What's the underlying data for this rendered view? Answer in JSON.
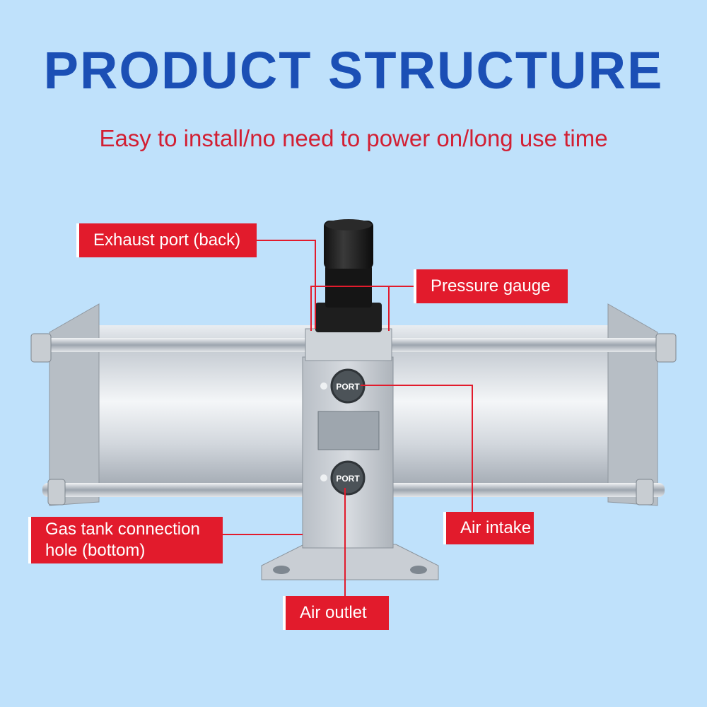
{
  "header": {
    "title": "PRODUCT STRUCTURE",
    "subtitle": "Easy to install/no need to power on/long use time"
  },
  "product": {
    "port_top_label": "PORT",
    "port_bottom_label": "PORT"
  },
  "callouts": {
    "exhaust_port": "Exhaust port (back)",
    "pressure_gauge": "Pressure gauge",
    "gas_tank_line1": "Gas tank connection",
    "gas_tank_line2": "hole (bottom)",
    "air_intake": "Air intake",
    "air_outlet": "Air outlet"
  },
  "colors": {
    "background": "#bfe1fb",
    "title": "#1b4fb5",
    "accent_red": "#e21b2c",
    "leader_line": "#e21b2c"
  }
}
